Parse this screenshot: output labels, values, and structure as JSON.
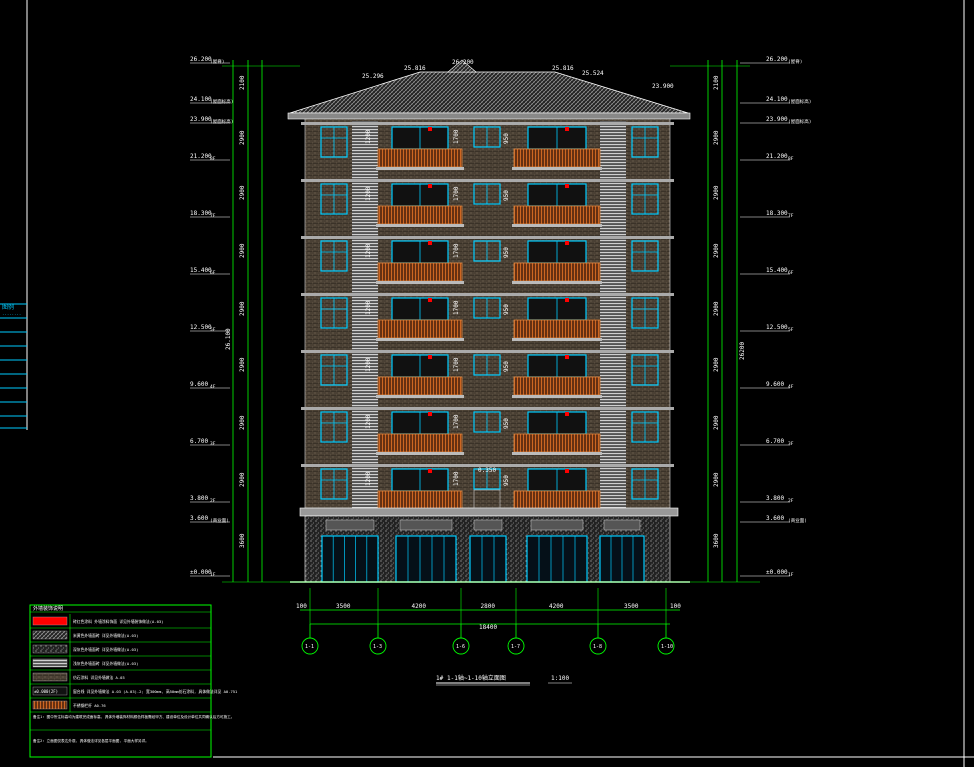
{
  "colors": {
    "background": "#000000",
    "frame": "#ffffff",
    "dimension": "#00ff00",
    "window": "#00ccff",
    "balcony": "#cc6622",
    "wall": "#7a6a55",
    "stone": "#9a9a9a",
    "roof": "#bbbbbb",
    "accent_red": "#ff0000",
    "legend_border": "#00ff00",
    "side_panel": "#00ccff"
  },
  "elevation_left": [
    {
      "value": "26.200",
      "note": "(屋脊)"
    },
    {
      "value": "24.100",
      "note": "(屋面标高)"
    },
    {
      "value": "23.900",
      "note": "(屋面标高)"
    },
    {
      "value": "21.200",
      "note": "8F"
    },
    {
      "value": "18.300",
      "note": "7F"
    },
    {
      "value": "15.400",
      "note": "6F"
    },
    {
      "value": "12.500",
      "note": "5F"
    },
    {
      "value": "9.600",
      "note": "4F"
    },
    {
      "value": "6.700",
      "note": "3F"
    },
    {
      "value": "3.800",
      "note": "2F"
    },
    {
      "value": "3.600",
      "note": "(商业面)"
    },
    {
      "value": "±0.000",
      "note": "1F"
    }
  ],
  "elevation_right": [
    {
      "value": "26.200",
      "note": "(屋脊)"
    },
    {
      "value": "24.100",
      "note": "(屋面标高)"
    },
    {
      "value": "23.900",
      "note": "(屋面标高)"
    },
    {
      "value": "21.200",
      "note": "8F"
    },
    {
      "value": "18.300",
      "note": "7F"
    },
    {
      "value": "15.400",
      "note": "6F"
    },
    {
      "value": "12.500",
      "note": "5F"
    },
    {
      "value": "9.600",
      "note": "4F"
    },
    {
      "value": "6.700",
      "note": "3F"
    },
    {
      "value": "3.800",
      "note": "2F"
    },
    {
      "value": "3.600",
      "note": "(商业面)"
    },
    {
      "value": "±0.000",
      "note": "1F"
    }
  ],
  "roof_labels": {
    "ridge": "26.200",
    "slope_left": "25.816",
    "slope_right": "25.816",
    "hip_left": "25.296",
    "hip_right": "25.524",
    "eave_right": "23.900"
  },
  "floor_height_dims": [
    "2100",
    "2900",
    "2900",
    "2900",
    "2900",
    "2900",
    "2900",
    "2900",
    "3600"
  ],
  "total_height": "26.100",
  "total_height_right": "26200",
  "window_dims": [
    "1200",
    "1700",
    "950"
  ],
  "ground_level_mark": "0.350",
  "axis_dims": {
    "overall": "18400",
    "edge_left": "100",
    "edge_right": "100",
    "segments": [
      "3500",
      "4200",
      "2800",
      "4200",
      "3500"
    ]
  },
  "grid_axes": [
    "1-1",
    "1-3",
    "1-6",
    "1-7",
    "1-8",
    "1-10"
  ],
  "drawing_title": {
    "name": "1-1轴~1-10轴立面图",
    "prefix": "1#",
    "scale": "1:100"
  },
  "legend": {
    "header": "外墙装饰说明",
    "rows": [
      {
        "text": "砖红色涂料   外墙涂料饰面 详见外墙装饰做法(A.03)"
      },
      {
        "text": "米黄色外墙面砖 详见外墙做法(A.03)"
      },
      {
        "text": "深灰色外墙面砖 详见外墙做法(A.03)"
      },
      {
        "text": "浅灰色外墙面砖 详见外墙做法(A.03)"
      },
      {
        "text": "仿石涂料 详见外墙做法 A.03"
      },
      {
        "text": "窗台线 详见外墙做法 A.03 (A.03)-2; 宽300mm, 高50mm仿石涂料, 具体做法详见 A0.751",
        "mark": "±0.000(2F)"
      },
      {
        "text": "不锈钢栏杆 A0.76"
      }
    ],
    "note1": "备注1: 图中所注标高均为建筑完成面标高, 具体外墙装饰材料颜色样板需经甲方、建设单位及设计单位共同确认后方可施工。",
    "note2": "备注2: 立面图仅表达外观, 具体做法详见各层平面图, 平面大样另详。"
  },
  "side_panel": {
    "title": "图例",
    "subtitle": "........"
  }
}
